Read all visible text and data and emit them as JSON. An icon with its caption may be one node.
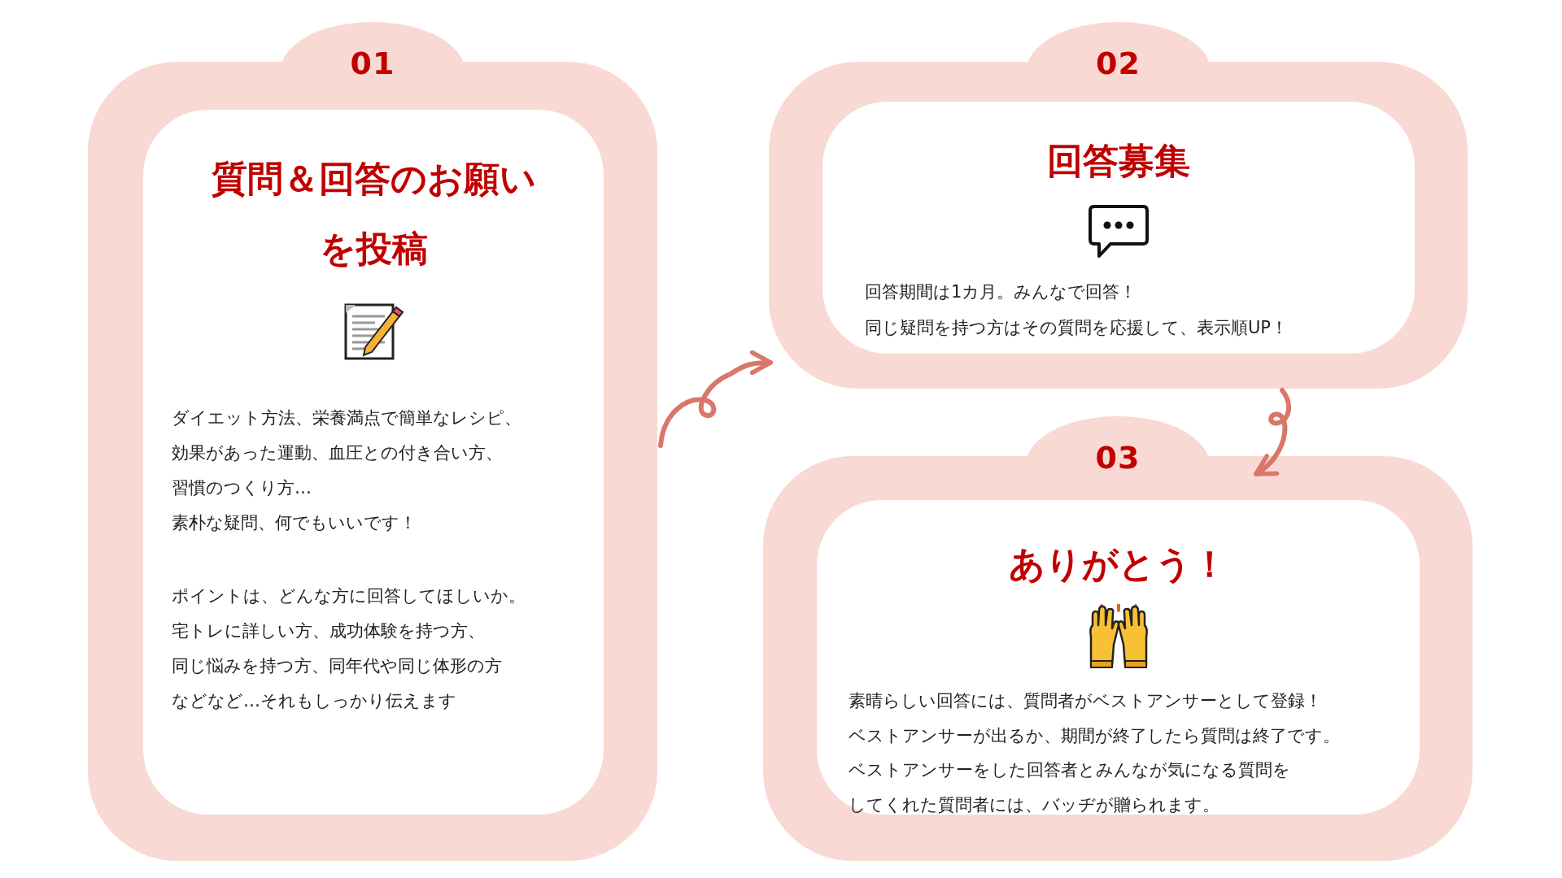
{
  "diagram": {
    "nodes": [
      {
        "text": [
          "01"
        ]
      },
      {
        "text": [
          "質問＆回答のお願いを投稿",
          "ダイエット方法、栄養満点で簡単なレシピ、",
          "効果があった運動、血圧との付き合い方、",
          "習慣のつくり方…",
          "素朴な疑問、何でもいいです！",
          "ポイントは、どんな方に回答してほしいか。",
          "宅トレに詳しい方、成功体験を持つ方、",
          "同じ悩みを持つ方、同年代や同じ体形の方",
          "などなど…それもしっかり伝えます"
        ],
        "in": 0
      },
      {
        "text": [
          "02"
        ]
      },
      {
        "text": [
          "回答募集",
          "回答期間は1カ月。みんなで回答！",
          "同じ疑問を持つ方はその質問を応援して、表示順UP！"
        ],
        "in": 2
      },
      {
        "text": [
          "03"
        ]
      },
      {
        "text": [
          "ありがとう！",
          "素晴らしい回答には、質問者がベストアンサーとして登録！",
          "ベストアンサーが出るか、期間が終了したら質問は終了です。",
          "ベストアンサーをした回答者とみんなが気になる質問を",
          "してくれた質問者には、バッヂが贈られます。"
        ],
        "in": 4
      }
    ],
    "edges": [
      {
        "from": 0,
        "to": 2,
        "arrow": "to"
      },
      {
        "from": 2,
        "to": 4,
        "arrow": "to"
      }
    ]
  }
}
